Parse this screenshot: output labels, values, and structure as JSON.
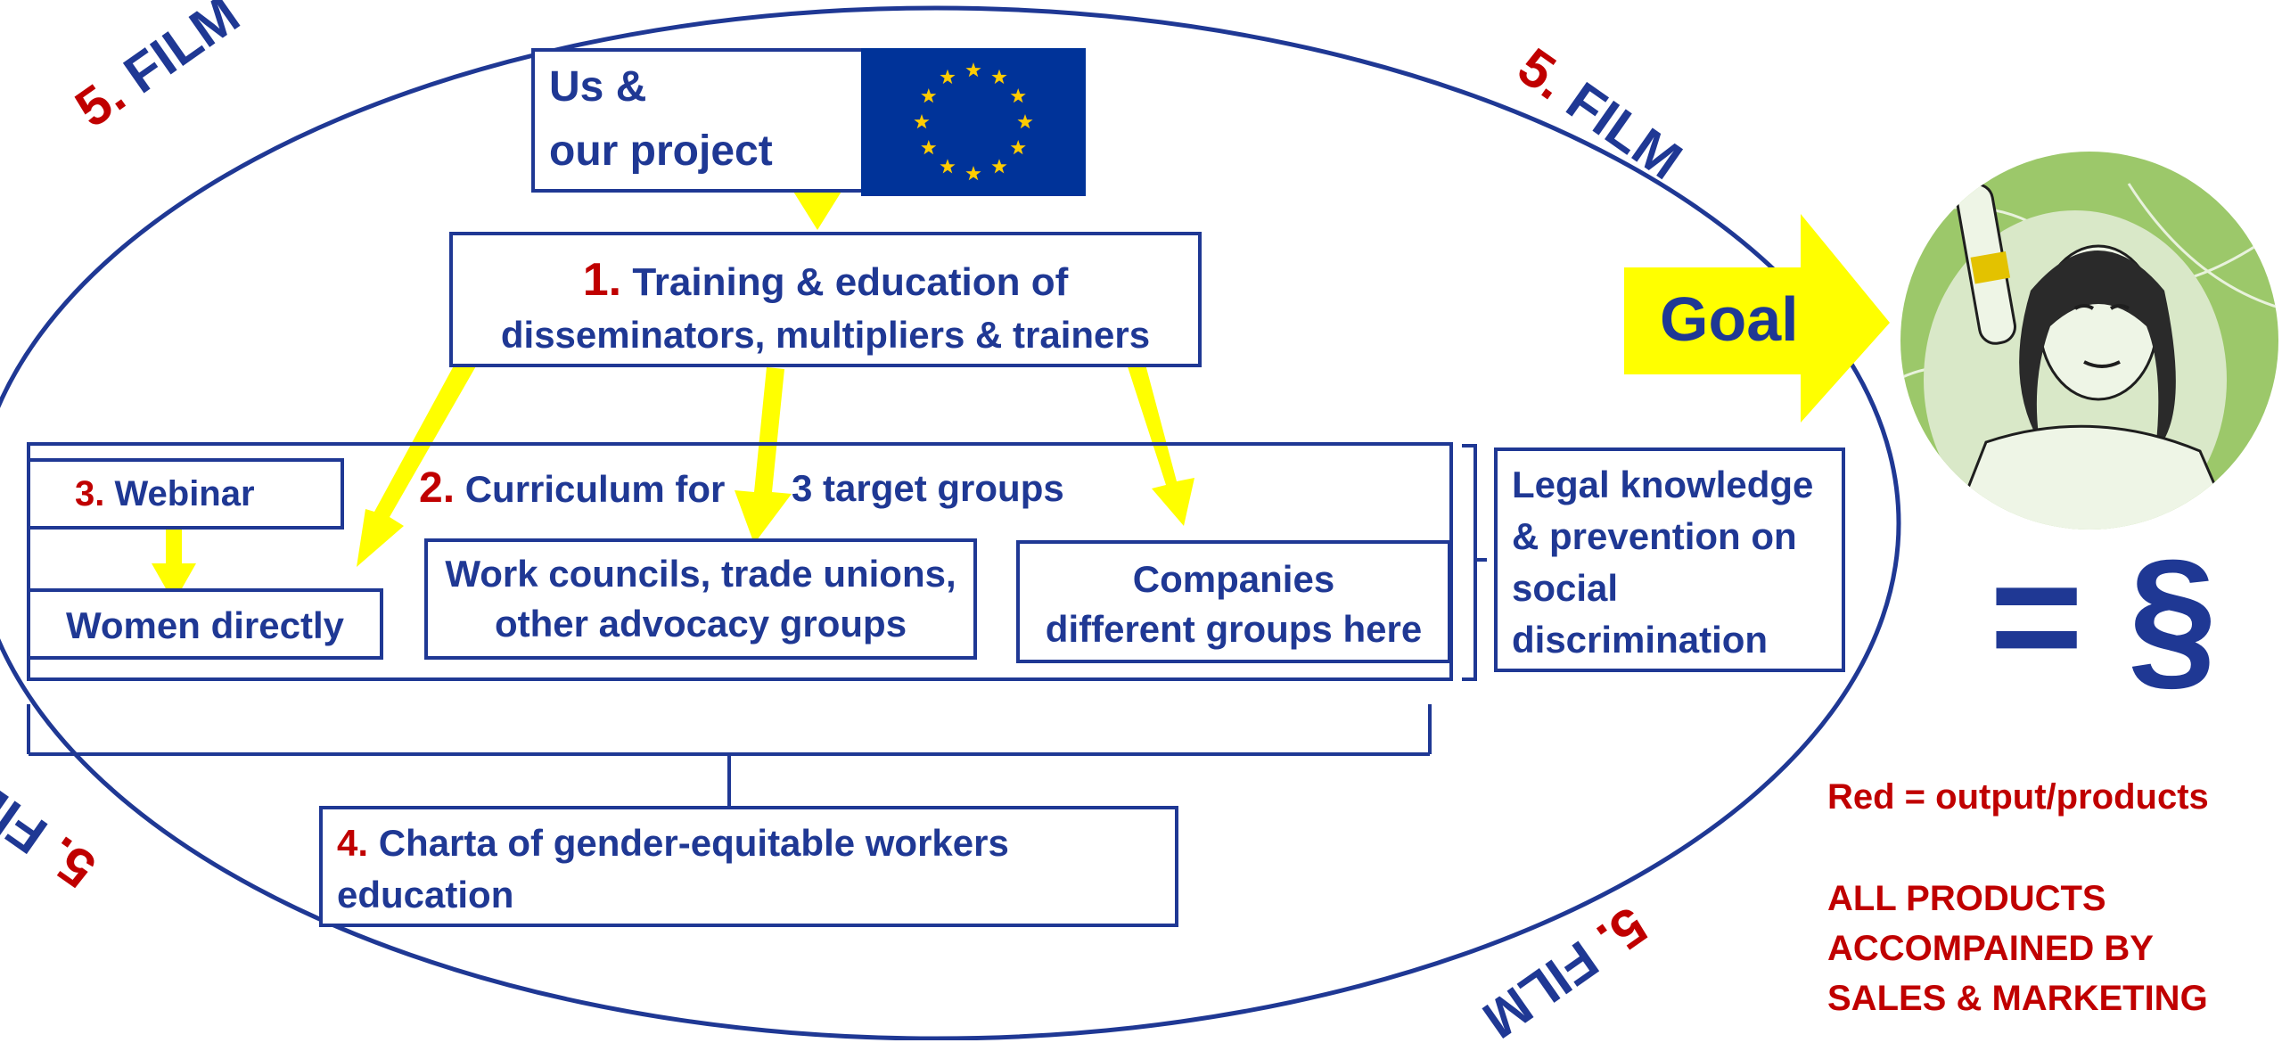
{
  "film_labels": [
    {
      "num": "5.",
      "text": "FILM"
    },
    {
      "num": "5.",
      "text": "FILM"
    },
    {
      "num": "5.",
      "text": "FILM"
    },
    {
      "num": "5.",
      "text": "FILM"
    }
  ],
  "project": {
    "line1": "Us &",
    "line2": "our project"
  },
  "training": {
    "num": "1.",
    "line1": "Training & education of",
    "line2": "disseminators, multipliers & trainers"
  },
  "webinar": {
    "num": "3.",
    "text": "Webinar"
  },
  "curriculum": {
    "num": "2.",
    "text1": "Curriculum for",
    "text2": "3 target groups"
  },
  "targets": {
    "women": "Women directly",
    "councils_line1": "Work councils, trade unions,",
    "councils_line2": "other advocacy groups",
    "companies_line1": "Companies",
    "companies_line2": "different groups here"
  },
  "legal": {
    "line1": "Legal knowledge",
    "line2": "& prevention on",
    "line3": "social",
    "line4": "discrimination"
  },
  "charta": {
    "num": "4.",
    "line1": "Charta of gender-equitable workers",
    "line2": "education"
  },
  "goal": {
    "label": "Goal",
    "equals": "= §"
  },
  "legend": {
    "red_note": "Red = output/products",
    "all_line1": "ALL PRODUCTS",
    "all_line2": "ACCOMPAINED BY",
    "all_line3": "SALES & MARKETING"
  },
  "colors": {
    "navy": "#1f3894",
    "red": "#c00000",
    "yellow": "#ffff00",
    "eu_blue": "#003399",
    "eu_star": "#ffcc00"
  }
}
